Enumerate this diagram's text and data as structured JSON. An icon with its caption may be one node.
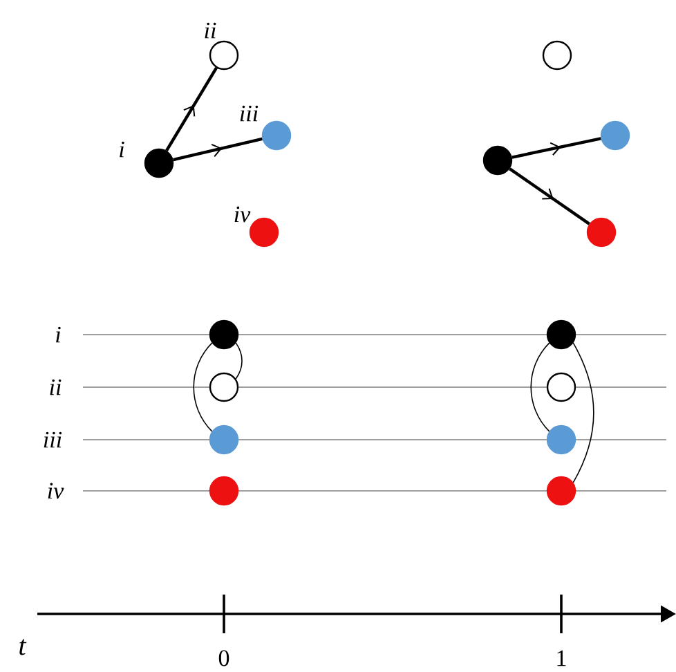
{
  "diagram": {
    "nodes": [
      {
        "text": [],
        "shape": "circle",
        "beside": [
          "i"
        ]
      },
      {
        "text": [],
        "shape": "circle",
        "beside": [
          "ii"
        ]
      },
      {
        "text": [],
        "shape": "circle",
        "beside": [
          "iii"
        ]
      },
      {
        "text": [],
        "shape": "circle",
        "beside": [
          "iv"
        ]
      },
      {
        "text": [],
        "shape": "circle"
      },
      {
        "text": [],
        "shape": "circle"
      },
      {
        "text": [],
        "shape": "circle"
      },
      {
        "text": [],
        "shape": "circle"
      },
      {
        "text": [],
        "shape": "circle"
      },
      {
        "text": [],
        "shape": "circle"
      },
      {
        "text": [],
        "shape": "circle"
      },
      {
        "text": [],
        "shape": "circle"
      },
      {
        "text": [],
        "shape": "circle"
      },
      {
        "text": [],
        "shape": "circle"
      },
      {
        "text": [],
        "shape": "circle"
      },
      {
        "text": [],
        "shape": "circle"
      }
    ],
    "edges": [
      {
        "from": 0,
        "to": 1,
        "arrow": "to"
      },
      {
        "from": 0,
        "to": 2,
        "arrow": "to"
      },
      {
        "from": 5,
        "to": 6,
        "arrow": "to"
      },
      {
        "from": 5,
        "to": 7,
        "arrow": "to"
      },
      {
        "from": 8,
        "to": 9,
        "arrow": "none"
      },
      {
        "from": 8,
        "to": 10,
        "arrow": "none"
      },
      {
        "from": 12,
        "to": 14,
        "arrow": "none"
      },
      {
        "from": 12,
        "to": 15,
        "arrow": "none"
      }
    ],
    "labels": [
      "i",
      "ii",
      "iii",
      "iv",
      "t",
      "0",
      "1"
    ]
  }
}
